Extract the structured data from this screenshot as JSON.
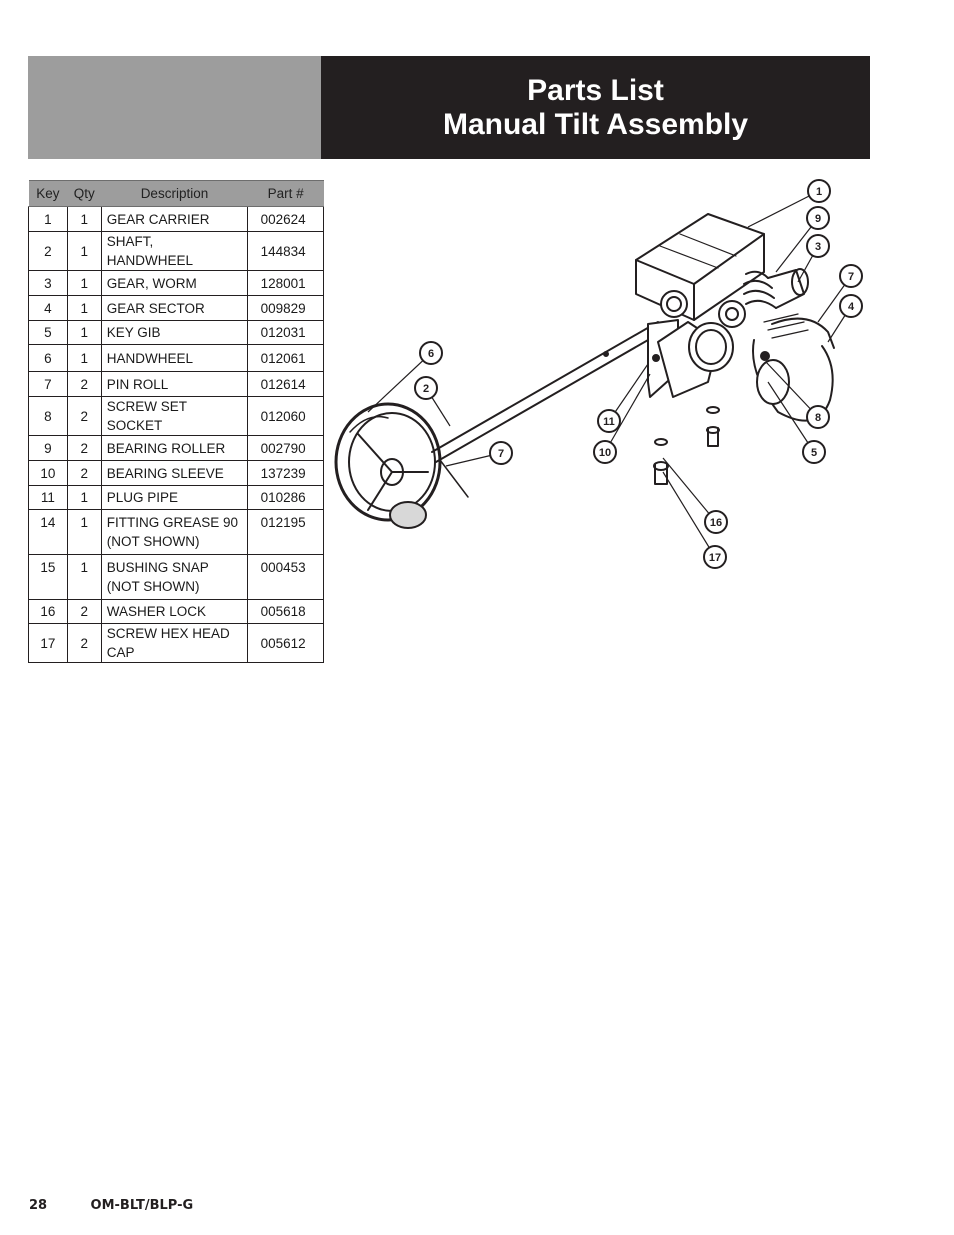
{
  "header": {
    "title_line1": "Parts List",
    "title_line2": "Manual Tilt Assembly"
  },
  "table": {
    "columns": [
      "Key",
      "Qty",
      "Description",
      "Part #"
    ],
    "rows": [
      {
        "key": "1",
        "qty": "1",
        "desc": "GEAR CARRIER",
        "desc2": "",
        "part": "002624"
      },
      {
        "key": "2",
        "qty": "1",
        "desc": "SHAFT, HANDWHEEL",
        "desc2": "",
        "part": "144834"
      },
      {
        "key": "3",
        "qty": "1",
        "desc": "GEAR, WORM",
        "desc2": "",
        "part": "128001"
      },
      {
        "key": "4",
        "qty": "1",
        "desc": "GEAR SECTOR",
        "desc2": "",
        "part": "009829"
      },
      {
        "key": "5",
        "qty": "1",
        "desc": "KEY GIB",
        "desc2": "",
        "part": "012031"
      },
      {
        "key": "6",
        "qty": "1",
        "desc": "HANDWHEEL",
        "desc2": "",
        "part": "012061"
      },
      {
        "key": "7",
        "qty": "2",
        "desc": "PIN ROLL",
        "desc2": "",
        "part": "012614"
      },
      {
        "key": "8",
        "qty": "2",
        "desc": "SCREW SET SOCKET",
        "desc2": "",
        "part": "012060"
      },
      {
        "key": "9",
        "qty": "2",
        "desc": "BEARING ROLLER",
        "desc2": "",
        "part": "002790"
      },
      {
        "key": "10",
        "qty": "2",
        "desc": "BEARING SLEEVE",
        "desc2": "",
        "part": "137239"
      },
      {
        "key": "11",
        "qty": "1",
        "desc": "PLUG PIPE",
        "desc2": "",
        "part": "010286"
      },
      {
        "key": "14",
        "qty": "1",
        "desc": "FITTING GREASE 90",
        "desc2": "(NOT SHOWN)",
        "part": "012195"
      },
      {
        "key": "15",
        "qty": "1",
        "desc": "BUSHING SNAP",
        "desc2": "(NOT SHOWN)",
        "part": "000453"
      },
      {
        "key": "16",
        "qty": "2",
        "desc": "WASHER LOCK",
        "desc2": "",
        "part": "005618"
      },
      {
        "key": "17",
        "qty": "2",
        "desc": "SCREW HEX HEAD CAP",
        "desc2": "",
        "part": "005612"
      }
    ]
  },
  "diagram": {
    "callouts": [
      "1",
      "9",
      "3",
      "7",
      "4",
      "6",
      "2",
      "7",
      "11",
      "10",
      "8",
      "5",
      "16",
      "17"
    ]
  },
  "footer": {
    "page_number": "28",
    "doc_code": "OM-BLT/BLP-G"
  }
}
